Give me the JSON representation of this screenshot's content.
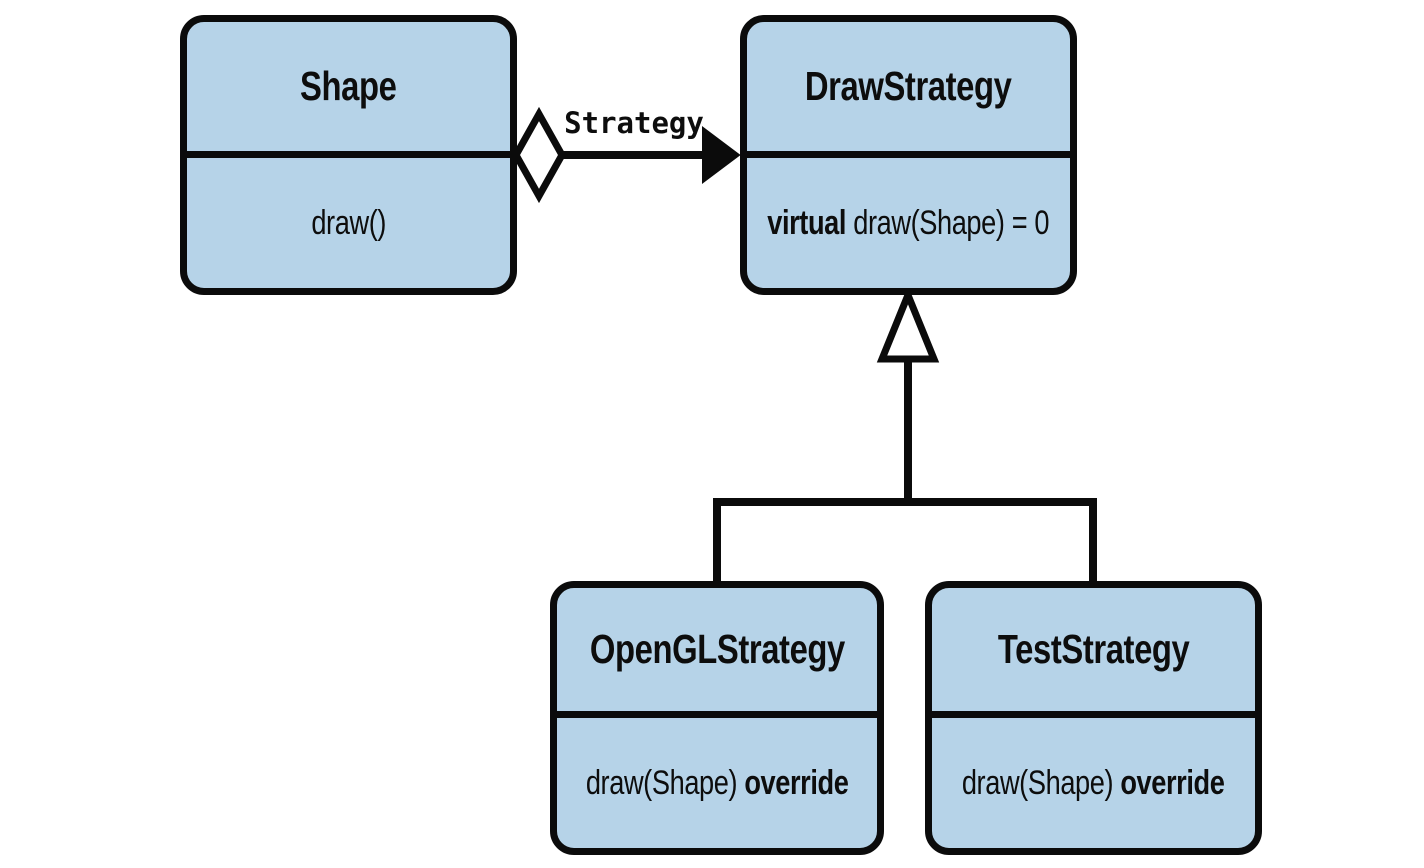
{
  "diagram": {
    "kind": "uml-class-diagram",
    "colors": {
      "background": "#ffffff",
      "box_fill": "#b6d3e8",
      "box_border": "#0b0b0b",
      "text": "#0d0d0d"
    },
    "classes": [
      {
        "name": "Shape",
        "method_bold_prefix": "",
        "method_normal": "draw()",
        "method_bold_suffix": ""
      },
      {
        "name": "DrawStrategy",
        "method_bold_prefix": "virtual",
        "method_normal": " draw(Shape) = 0",
        "method_bold_suffix": ""
      },
      {
        "name": "OpenGLStrategy",
        "method_bold_prefix": "",
        "method_normal": "draw(Shape) ",
        "method_bold_suffix": "override"
      },
      {
        "name": "TestStrategy",
        "method_bold_prefix": "",
        "method_normal": "draw(Shape) ",
        "method_bold_suffix": "override"
      }
    ],
    "edges": [
      {
        "type": "aggregation",
        "from": "Shape",
        "to": "DrawStrategy",
        "label": "Strategy"
      },
      {
        "type": "inheritance",
        "from": "OpenGLStrategy",
        "to": "DrawStrategy",
        "label": ""
      },
      {
        "type": "inheritance",
        "from": "TestStrategy",
        "to": "DrawStrategy",
        "label": ""
      }
    ]
  }
}
